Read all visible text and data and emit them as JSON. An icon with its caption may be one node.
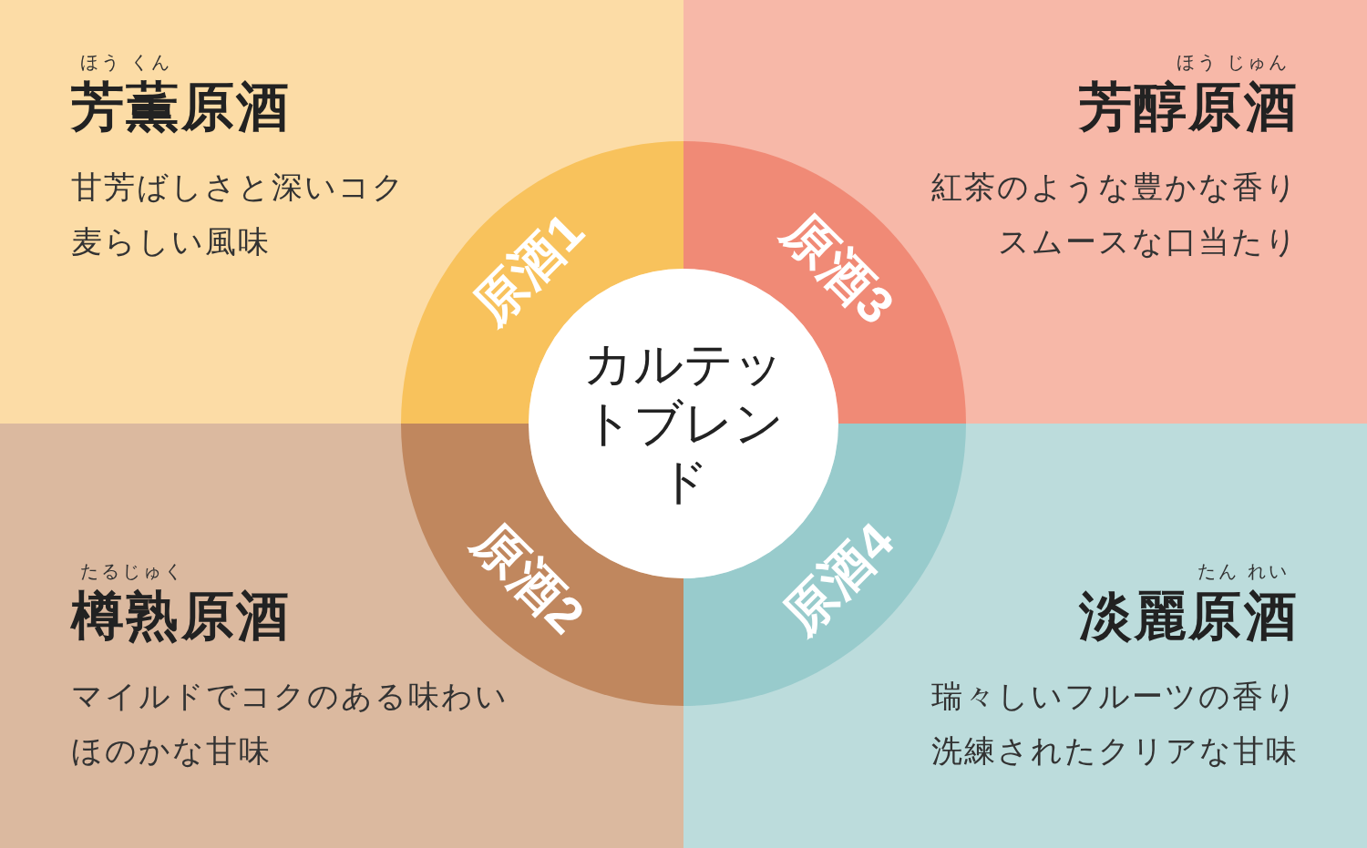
{
  "diagram": {
    "nodes": [
      {
        "text": [
          "ほう くん",
          "芳薫原酒",
          "甘芳ばしさと深いコク",
          "麦らしい風味"
        ]
      },
      {
        "text": [
          "原酒1"
        ],
        "in": 0
      },
      {
        "text": [
          "ほう じゅん",
          "芳醇原酒",
          "紅茶のような豊かな香り",
          "スムースな口当たり"
        ]
      },
      {
        "text": [
          "原酒3"
        ],
        "in": 2
      },
      {
        "text": [
          "カルテットブレンド"
        ]
      },
      {
        "text": [
          "たるじゅく",
          "樽熟原酒",
          "マイルドでコクのある味わい",
          "ほのかな甘味"
        ]
      },
      {
        "text": [
          "原酒2"
        ],
        "in": 5
      },
      {
        "text": [
          "たん れい",
          "淡麗原酒",
          "瑞々しいフルーツの香り",
          "洗練されたクリアな甘味"
        ]
      },
      {
        "text": [
          "原酒4"
        ],
        "in": 7
      }
    ],
    "edges": []
  }
}
